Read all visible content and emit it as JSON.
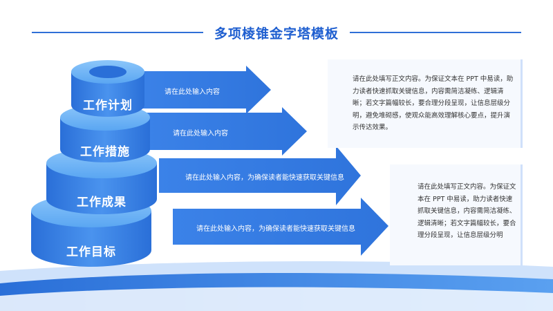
{
  "title": "多项棱锥金字塔模板",
  "tiers": [
    {
      "label": "工作计划",
      "arrow_text": "请在此处输入内容"
    },
    {
      "label": "工作措施",
      "arrow_text": "请在此处输入内容"
    },
    {
      "label": "工作成果",
      "arrow_text": "请在此处输入内容，为确保读者能快速获取关键信息"
    },
    {
      "label": "工作目标",
      "arrow_text": "请在此处输入内容，为确保读者能快速获取关键信息"
    }
  ],
  "panels": [
    {
      "text": "请在此处填写正文内容。为保证文本在 PPT 中易读，助力读者快速抓取关键信息，内容需简洁凝练、逻辑清晰；若文字篇幅较长，要合理分段呈现，让信息层级分明，避免堆砌感，使观众能高效理解核心要点，提升演示传达效果。"
    },
    {
      "text": "请在此处填写正文内容。为保证文本在 PPT 中易读，助力读者快速抓取关键信息，内容需简洁凝练、逻辑清晰；若文字篇幅较长，要合理分段呈现，让信息层级分明"
    }
  ],
  "colors": {
    "primary": "#2f6fd6",
    "arrow": "#3f86ea",
    "tier_top": "#6fb3f5",
    "tier_side": "#2f7ae0",
    "wave": "#2a6fd8"
  }
}
